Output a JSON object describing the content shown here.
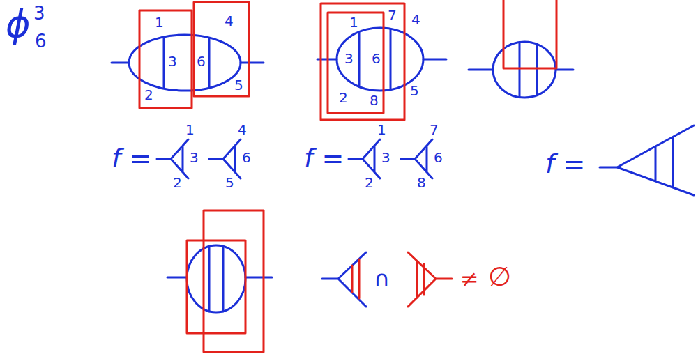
{
  "diagram": {
    "labels": [
      "ϕ",
      "3",
      "6",
      "1",
      "2",
      "3",
      "4",
      "6",
      "5",
      "1",
      "7",
      "4",
      "3",
      "6",
      "2",
      "8",
      "5",
      "f =",
      "1",
      "2",
      "3",
      "4",
      "5",
      "6",
      "f =",
      "1",
      "2",
      "3",
      "7",
      "8",
      "6",
      "f =",
      "∩",
      "≠",
      "∅"
    ]
  }
}
